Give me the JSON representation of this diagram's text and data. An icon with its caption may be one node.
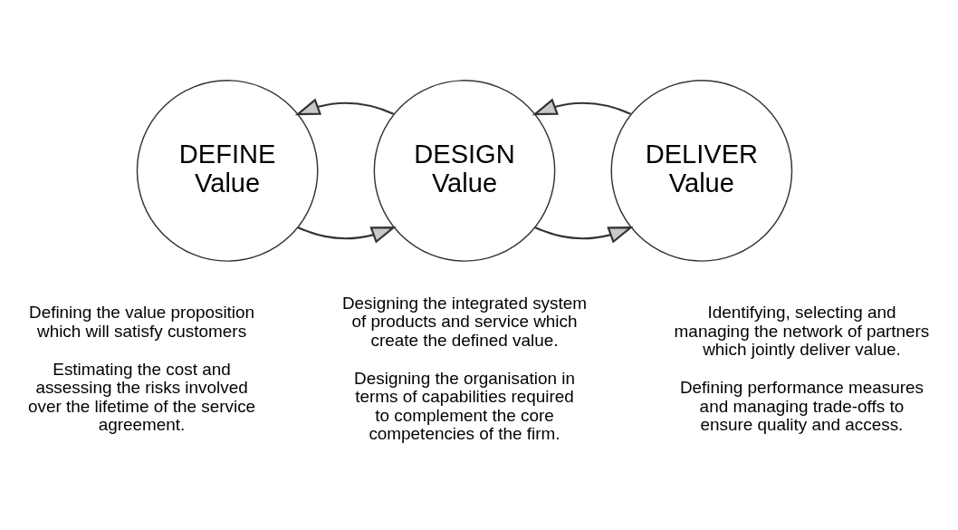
{
  "diagram": {
    "nodes": [
      {
        "text": [
          "DEFINE",
          "Value"
        ],
        "beside": [
          "Defining the value proposition which will satisfy customers",
          "Estimating the cost and assessing the risks involved over the lifetime of the service agreement."
        ]
      },
      {
        "text": [
          "DESIGN",
          "Value"
        ],
        "beside": [
          "Designing the integrated system of products and service which create the defined value.",
          "Designing the organisation in terms of capabilities required to complement the core competencies of the firm."
        ]
      },
      {
        "text": [
          "DELIVER",
          "Value"
        ],
        "beside": [
          "Identifying, selecting and managing the network of partners which jointly deliver value.",
          "Defining performance measures and managing trade-offs to ensure quality and access."
        ]
      }
    ],
    "edges": [
      {
        "from": 0,
        "to": 1,
        "arrow": "to"
      },
      {
        "from": 1,
        "to": 2,
        "arrow": "to"
      },
      {
        "from": 1,
        "to": 0,
        "arrow": "to"
      },
      {
        "from": 2,
        "to": 1,
        "arrow": "to"
      }
    ]
  }
}
